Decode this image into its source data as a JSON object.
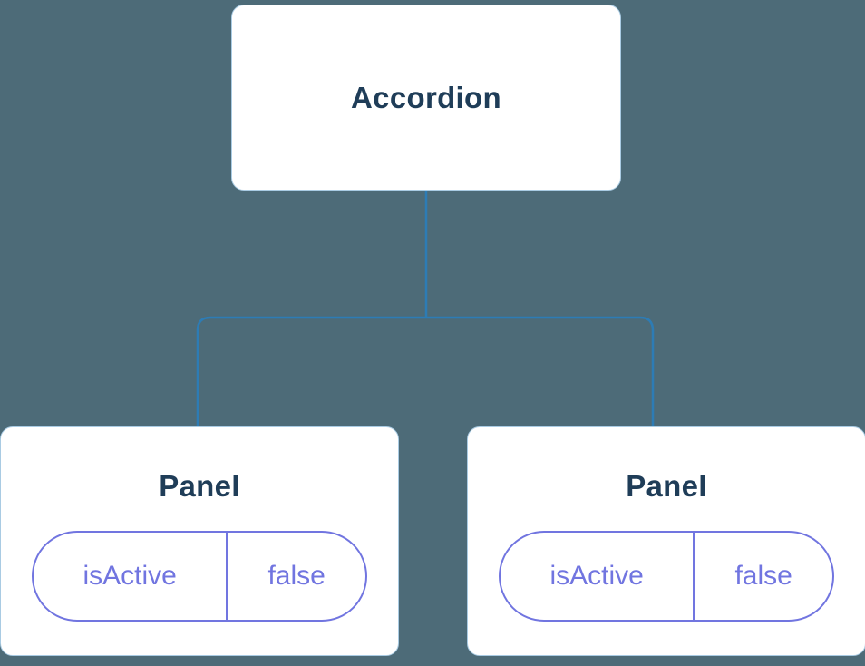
{
  "diagram": {
    "root": {
      "label": "Accordion"
    },
    "children": [
      {
        "label": "Panel",
        "state": {
          "key": "isActive",
          "value": "false"
        }
      },
      {
        "label": "Panel",
        "state": {
          "key": "isActive",
          "value": "false"
        }
      }
    ],
    "colors": {
      "background": "#4d6b78",
      "node_background": "#ffffff",
      "node_border": "#a9cbe3",
      "title_text": "#1f3d58",
      "connector_line": "#2d7cb5",
      "state_accent": "#7175e0"
    }
  }
}
